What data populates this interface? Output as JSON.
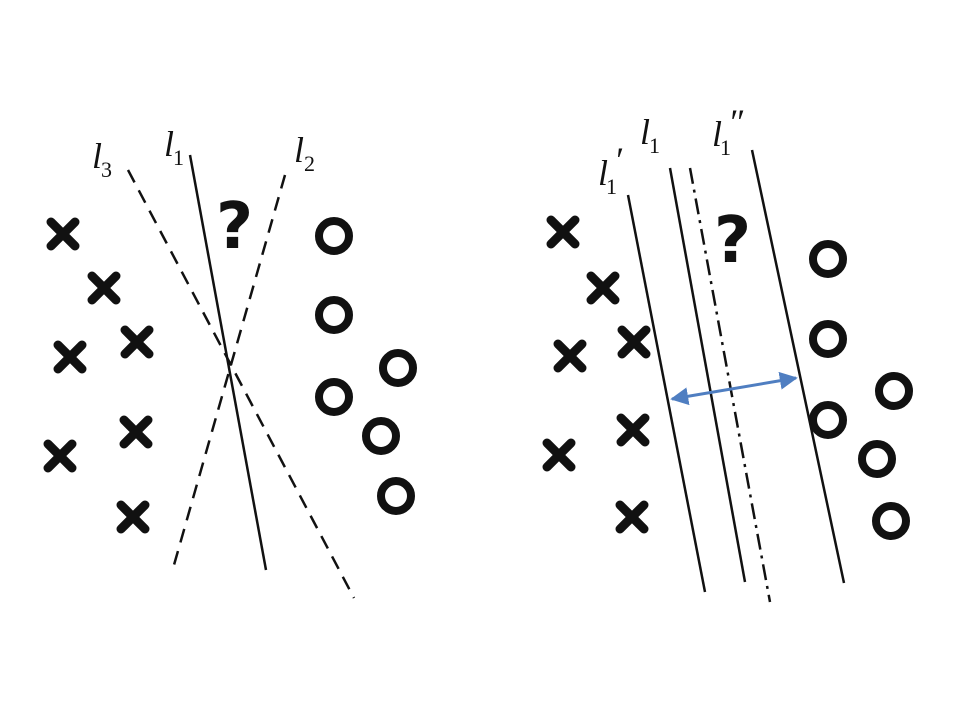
{
  "colors": {
    "ink": "#111111",
    "margin_arrow": "#4F7EC1",
    "background": "#ffffff"
  },
  "left_panel": {
    "question_mark": "?",
    "labels": {
      "l1": {
        "main": "l",
        "sub": "1",
        "prime": ""
      },
      "l2": {
        "main": "l",
        "sub": "2",
        "prime": ""
      },
      "l3": {
        "main": "l",
        "sub": "3",
        "prime": ""
      }
    }
  },
  "right_panel": {
    "question_mark": "?",
    "labels": {
      "l1": {
        "main": "l",
        "sub": "1",
        "prime": ""
      },
      "l1_prime": {
        "main": "l",
        "sub": "1",
        "prime": "′"
      },
      "l1_double_prime": {
        "main": "l",
        "sub": "1",
        "prime": "″"
      }
    }
  }
}
